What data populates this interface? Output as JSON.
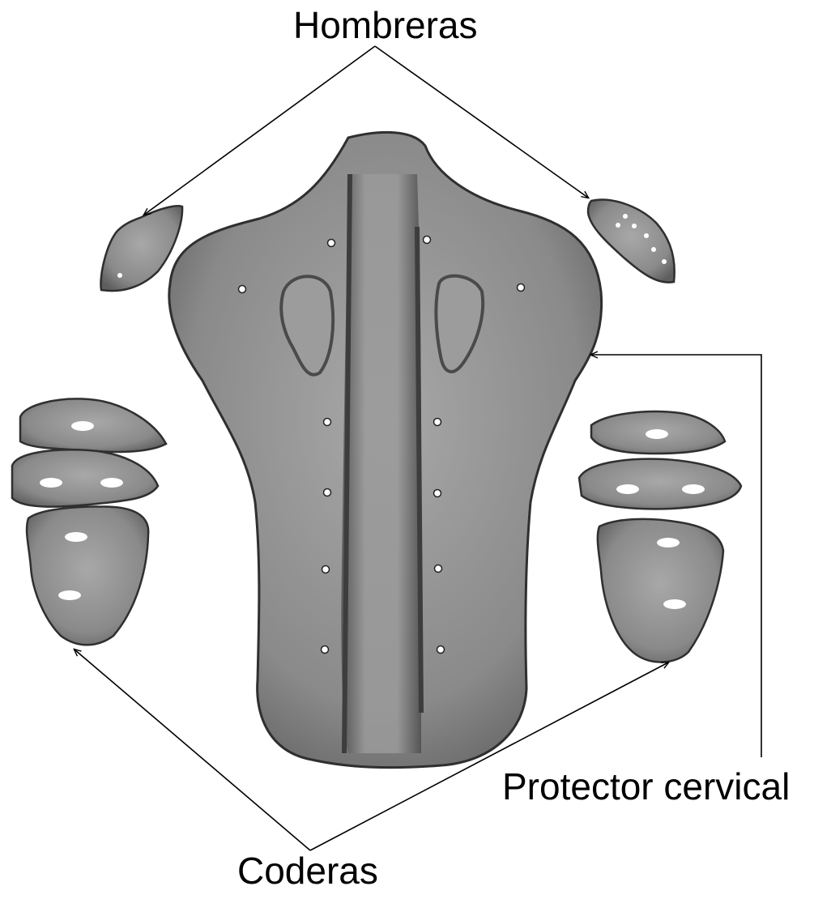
{
  "labels": {
    "shoulders": "Hombreras",
    "back": "Protector cervical",
    "elbows": "Coderas"
  },
  "colors": {
    "pad_fill": "#8f8f8f",
    "pad_edge": "#3a3a3a",
    "ridge": "#5c5c5c",
    "hole": "#ffffff",
    "line": "#000000"
  }
}
